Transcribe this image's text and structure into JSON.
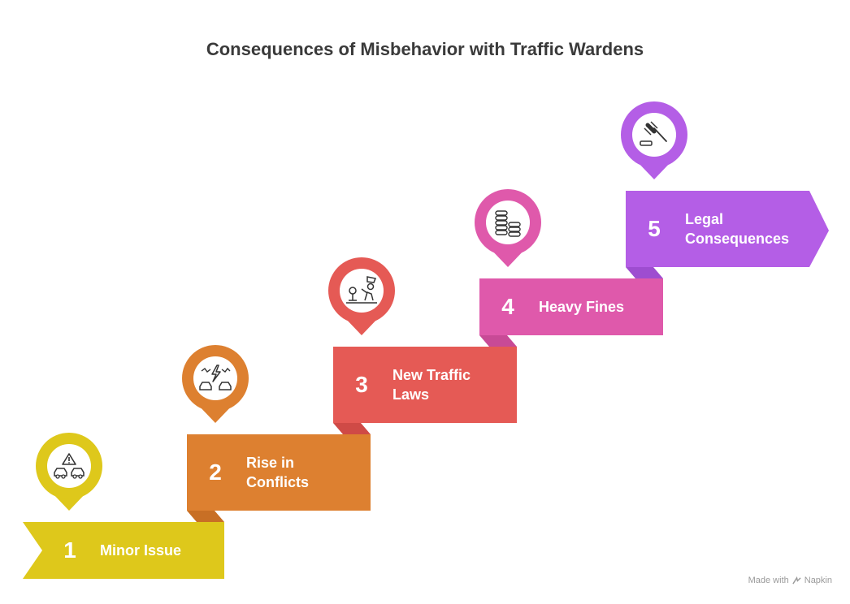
{
  "title": "Consequences of Misbehavior with Traffic Wardens",
  "steps": [
    {
      "number": "1",
      "label": "Minor Issue",
      "color": "#dec81b",
      "dark": "#c9b41a",
      "icon": "car-collision-warning-icon"
    },
    {
      "number": "2",
      "label": "Rise in\nConflicts",
      "color": "#dd8030",
      "dark": "#c86f25",
      "icon": "conflict-lightning-cars-icon"
    },
    {
      "number": "3",
      "label": "New Traffic\nLaws",
      "color": "#e55a55",
      "dark": "#cf4a46",
      "icon": "traffic-warden-icon"
    },
    {
      "number": "4",
      "label": "Heavy Fines",
      "color": "#df59ab",
      "dark": "#c84a96",
      "icon": "coin-stacks-icon"
    },
    {
      "number": "5",
      "label": "Legal\nConsequences",
      "color": "#b45ee6",
      "dark": "#9e4dd0",
      "icon": "gavel-icon"
    }
  ],
  "footer": {
    "made_with": "Made with",
    "brand": "Napkin"
  }
}
